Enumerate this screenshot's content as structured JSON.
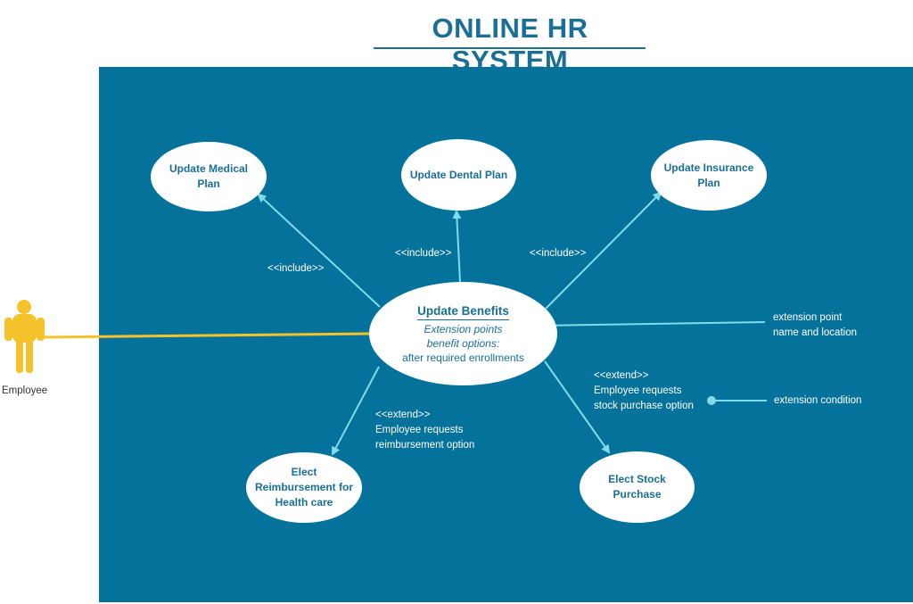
{
  "title": "ONLINE HR SYSTEM",
  "actor": {
    "label": "Employee",
    "icon": "person-icon",
    "color": "#f6c22c"
  },
  "colors": {
    "board": "#05729b",
    "usecase_text": "#1a6f97",
    "connector": "#7fdcea",
    "actor_line": "#f6c22c"
  },
  "main_usecase": {
    "title": "Update Benefits",
    "line1": "Extension points",
    "line2": "benefit options:",
    "line3": "after required enrollments"
  },
  "usecases": {
    "medical": [
      "Update Medical",
      "Plan"
    ],
    "dental": "Update Dental Plan",
    "insurance": [
      "Update Insurance",
      "Plan"
    ],
    "reimbursement": [
      "Elect",
      "Reimbursement for",
      "Health care"
    ],
    "stock": [
      "Elect Stock",
      "Purchase"
    ]
  },
  "relations": {
    "include_medical": "<<include>>",
    "include_dental": "<<include>>",
    "include_insurance": "<<include>>",
    "extend_reimb": [
      "<<extend>>",
      "Employee requests",
      "reimbursement option"
    ],
    "extend_stock": [
      "<<extend>>",
      "Employee requests",
      "stock purchase option"
    ]
  },
  "annotations": {
    "extension_point": [
      "extension point",
      "name and location"
    ],
    "extension_condition": "extension condition"
  }
}
